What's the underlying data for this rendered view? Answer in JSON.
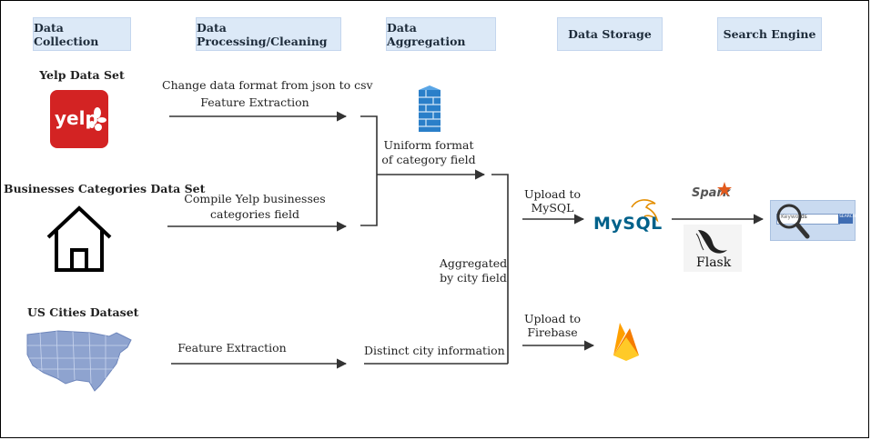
{
  "headers": [
    "Data Collection",
    "Data Processing/Cleaning",
    "Data Aggregation",
    "Data Storage",
    "Search Engine"
  ],
  "sources": {
    "yelp": "Yelp Data Set",
    "businesses": "Businesses Categories Data Set",
    "cities": "US Cities Dataset"
  },
  "processing": {
    "json_to_csv": "Change data format from json to csv",
    "feature_extraction_1": "Feature Extraction",
    "compile_line1": "Compile Yelp businesses",
    "compile_line2": "categories field",
    "feature_extraction_2": "Feature Extraction"
  },
  "aggregation": {
    "uniform_line1": "Uniform format",
    "uniform_line2": "of category field",
    "aggregated_line1": "Aggregated",
    "aggregated_line2": "by city field",
    "distinct_city": "Distinct city information"
  },
  "storage": {
    "upload_mysql_line1": "Upload to",
    "upload_mysql_line2": "MySQL",
    "upload_firebase_line1": "Upload to",
    "upload_firebase_line2": "Firebase"
  },
  "logos": {
    "yelp": "yelp",
    "mysql": "MySQL",
    "spark": "Spark",
    "flask": "Flask",
    "search_keywords": "Keywords",
    "search_button": "SEARCH"
  },
  "colors": {
    "header_bg": "#dce9f7",
    "yelp_red": "#d32323",
    "mysql_blue": "#00618a",
    "mysql_orange": "#e48e00",
    "firebase_yellow": "#ffca28",
    "firebase_orange": "#f57c00",
    "database_blue": "#2a7fc9"
  }
}
